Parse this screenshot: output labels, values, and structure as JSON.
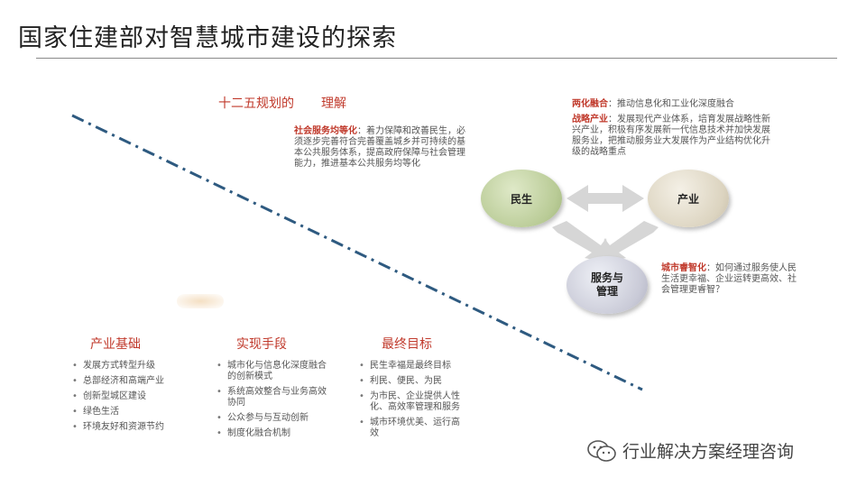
{
  "header": {
    "title": "国家住建部对智慧城市建设的探索"
  },
  "plan": {
    "left": "十二五规划的",
    "right": "理解"
  },
  "social": {
    "head": "社会服务均等化",
    "body": "：着力保障和改善民生，必须逐步完善符合完善覆盖城乡并可持续的基本公共服务体系，提高政府保障与社会管理能力，推进基本公共服务均等化"
  },
  "info": {
    "head": "两化融合",
    "body": "：推动信息化和工业化深度融合"
  },
  "strategy": {
    "head": "战略产业",
    "body": "：发展现代产业体系，培育发展战略性新兴产业，积极有序发展新一代信息技术并加快发展服务业，把推动服务业大发展作为产业结构优化升级的战略重点"
  },
  "city": {
    "head": "城市睿智化",
    "body": "：如何通过服务使人民生活更幸福、企业运转更高效、社会管理更睿智？"
  },
  "circles": {
    "minsheng": "民生",
    "chanye": "产业",
    "service_line1": "服务与",
    "service_line2": "管理"
  },
  "columns": {
    "col1": {
      "title": "产业基础",
      "items": [
        "发展方式转型升级",
        "总部经济和高端产业",
        "创新型城区建设",
        "绿色生活",
        "环境友好和资源节约"
      ]
    },
    "col2": {
      "title": "实现手段",
      "items": [
        "城市化与信息化深度融合的创新模式",
        "系统高效整合与业务高效协同",
        "公众参与与互动创新",
        "制度化融合机制"
      ]
    },
    "col3": {
      "title": "最终目标",
      "items": [
        "民生幸福是最终目标",
        "利民、便民、为民",
        "为市民、企业提供人性化、高效率管理和服务",
        "城市环境优美、运行高效"
      ]
    }
  },
  "watermark": {
    "text": "行业解决方案经理咨询"
  },
  "colors": {
    "accent_red": "#c0392b",
    "dash_line": "#2e5a80"
  }
}
